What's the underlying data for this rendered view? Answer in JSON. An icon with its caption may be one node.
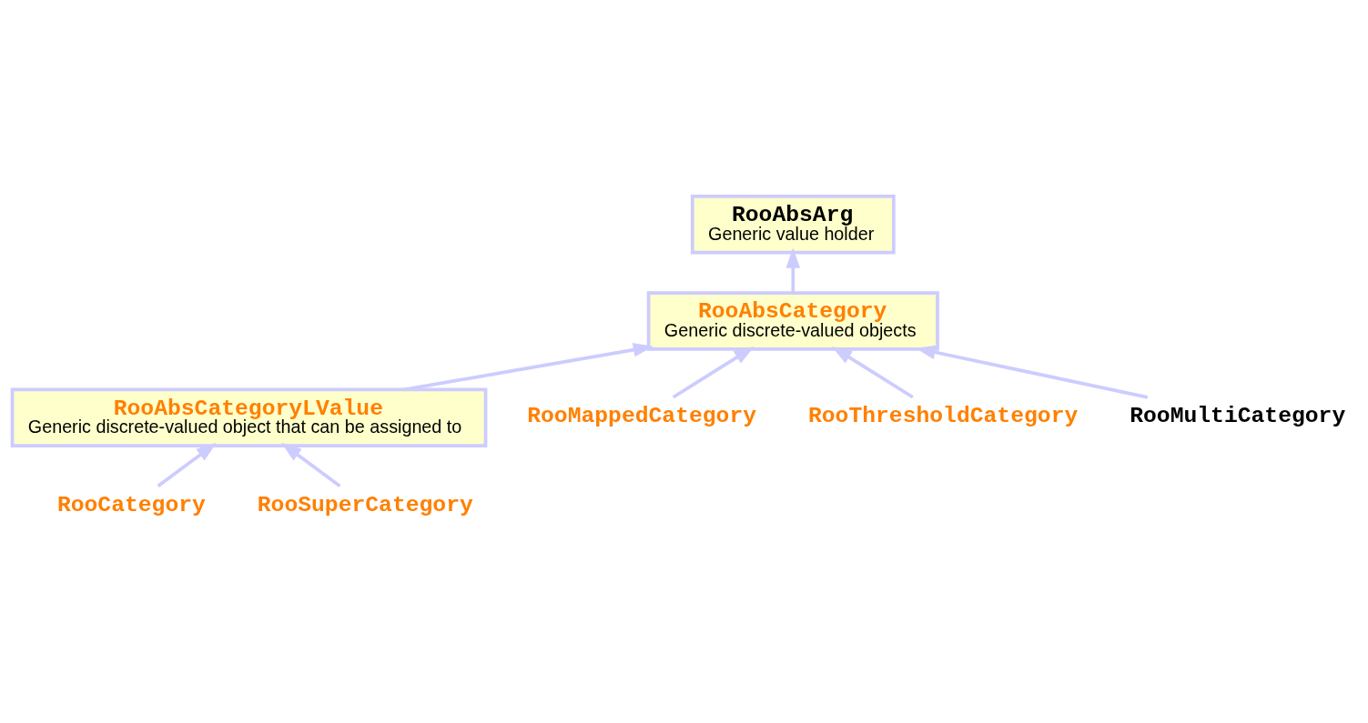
{
  "diagram": {
    "nodes": [
      {
        "text": [
          "RooAbsArg",
          "Generic value holder"
        ]
      },
      {
        "text": [
          "RooAbsCategory",
          "Generic discrete-valued objects"
        ]
      },
      {
        "text": [
          "RooAbsCategoryLValue",
          "Generic discrete-valued object that can be assigned to"
        ]
      },
      {
        "text": [
          "RooMappedCategory"
        ]
      },
      {
        "text": [
          "RooThresholdCategory"
        ]
      },
      {
        "text": [
          "RooMultiCategory"
        ]
      },
      {
        "text": [
          "RooCategory"
        ]
      },
      {
        "text": [
          "RooSuperCategory"
        ]
      }
    ],
    "edges": [
      {
        "from": 1,
        "to": 0,
        "arrow": "to"
      },
      {
        "from": 2,
        "to": 1,
        "arrow": "to"
      },
      {
        "from": 3,
        "to": 1,
        "arrow": "to"
      },
      {
        "from": 4,
        "to": 1,
        "arrow": "to"
      },
      {
        "from": 5,
        "to": 1,
        "arrow": "to"
      },
      {
        "from": 6,
        "to": 2,
        "arrow": "to"
      },
      {
        "from": 7,
        "to": 2,
        "arrow": "to"
      }
    ]
  }
}
